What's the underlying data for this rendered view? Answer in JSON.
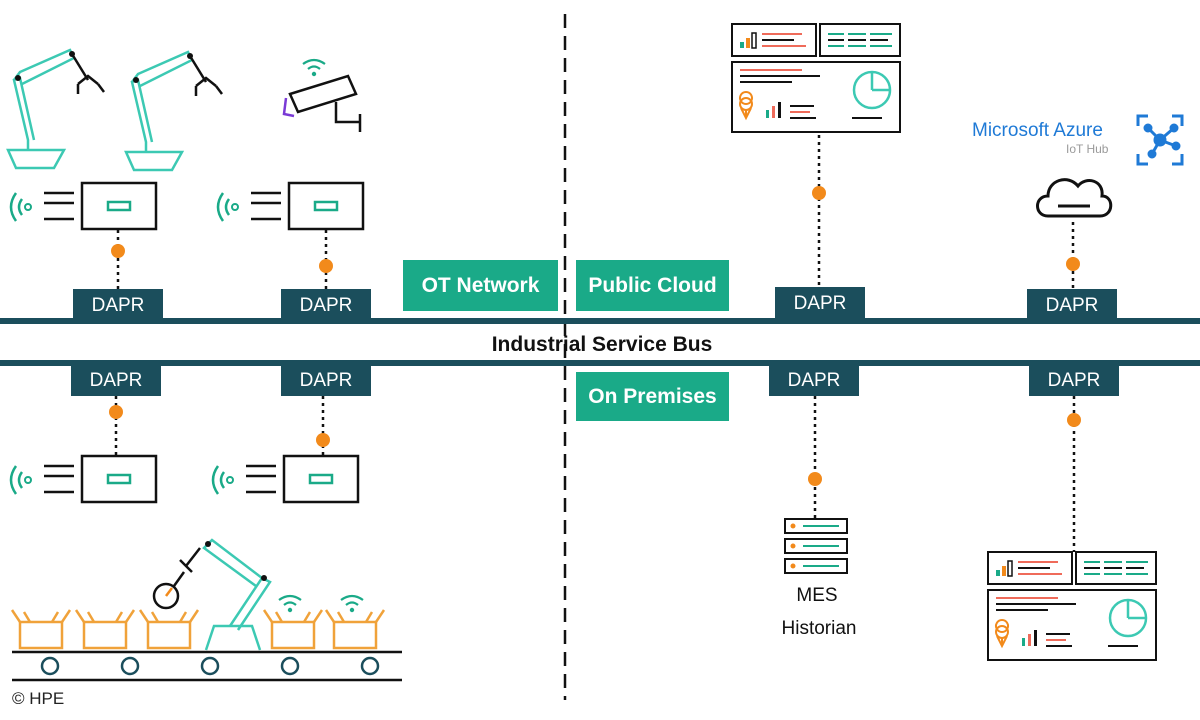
{
  "labels": {
    "dapr": "DAPR",
    "ot_network": "OT Network",
    "public_cloud": "Public Cloud",
    "on_premises": "On Premises",
    "bus": "Industrial Service Bus",
    "mes_line1": "MES",
    "mes_line2": "Historian",
    "azure_title": "Microsoft Azure",
    "azure_sub": "IoT Hub",
    "copyright": "© HPE"
  },
  "colors": {
    "teal_dark": "#1b4e5c",
    "green": "#1aaa88",
    "aqua": "#3cc9b3",
    "orange": "#f28a1b",
    "box_orange": "#f0a23a",
    "purple": "#7a3ad6",
    "azure": "#1f7ad6",
    "red_line": "#ef6b5a",
    "black": "#111111"
  },
  "icons": {
    "robot_arm": "robot-arm-icon",
    "camera": "security-camera-icon",
    "gateway": "iot-gateway-icon",
    "wifi": "wifi-icon",
    "cloud": "cloud-icon",
    "dashboard": "dashboard-icon",
    "server": "server-stack-icon",
    "conveyor": "conveyor-belt-icon",
    "azure": "azure-iot-hub-icon"
  }
}
